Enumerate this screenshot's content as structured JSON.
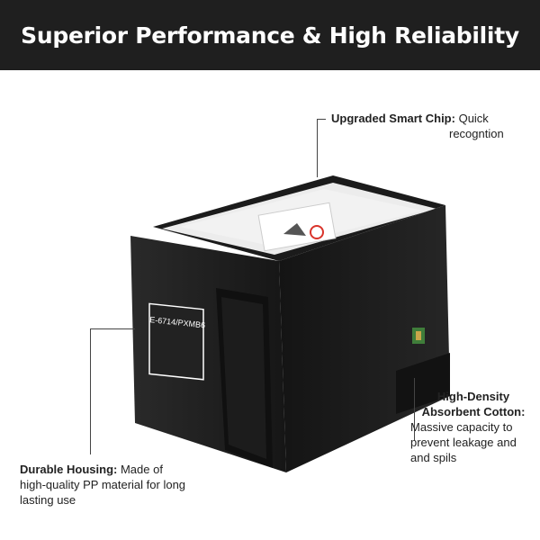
{
  "banner": {
    "title": "Superior Performance & High Reliability"
  },
  "product": {
    "label": "E-6714/PXMB6"
  },
  "callouts": {
    "chip": {
      "title": "Upgraded Smart Chip:",
      "text_1": " Quick",
      "text_2": "recogntion"
    },
    "cotton": {
      "title_1": "High-Density",
      "title_2": "Absorbent Cotton:",
      "text_1": "Massive capacity to",
      "text_2": "prevent leakage and",
      "text_3": "and spils"
    },
    "housing": {
      "title": "Durable Housing:",
      "text_1": " Made of",
      "text_2": " high-quality PP material for long",
      "text_3": "lasting use"
    }
  },
  "colors": {
    "banner_bg": "#1f1f1f",
    "box_body": "#1a1a1a",
    "cotton": "#ececec",
    "chip": "#3f7d3a"
  }
}
